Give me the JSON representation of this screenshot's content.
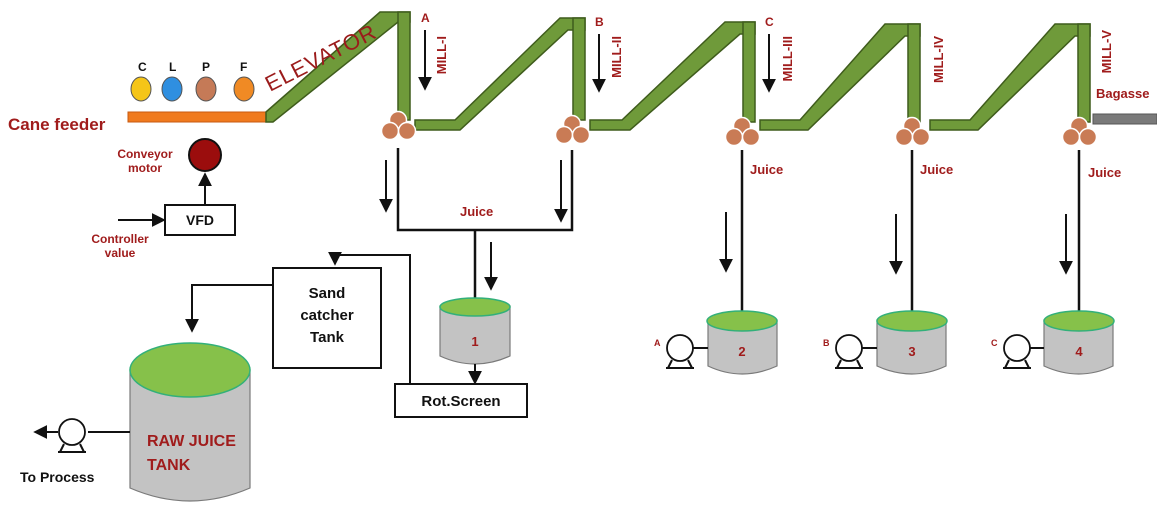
{
  "labels": {
    "elevator": "ELEVATOR",
    "cane_feeder": "Cane feeder",
    "conveyor_motor_1": "Conveyor",
    "conveyor_motor_2": "motor",
    "vfd": "VFD",
    "controller_value_1": "Controller",
    "controller_value_2": "value",
    "juice_main": "Juice",
    "juice": "Juice",
    "bagasse": "Bagasse",
    "sand_catcher_1": "Sand",
    "sand_catcher_2": "catcher",
    "sand_catcher_3": "Tank",
    "rot_screen": "Rot.Screen",
    "raw_juice_1": "RAW JUICE",
    "raw_juice_2": "TANK",
    "to_process": "To Process"
  },
  "sensors": [
    {
      "letter": "C",
      "color": "#f5c518"
    },
    {
      "letter": "L",
      "color": "#2f8fe0"
    },
    {
      "letter": "P",
      "color": "#c57a57"
    },
    {
      "letter": "F",
      "color": "#f08a24"
    }
  ],
  "mills": [
    {
      "name": "MILL-I",
      "marker": "A"
    },
    {
      "name": "MILL-II",
      "marker": "B"
    },
    {
      "name": "MILL-III",
      "marker": "C"
    },
    {
      "name": "MILL-IV",
      "marker": ""
    },
    {
      "name": "MILL-V",
      "marker": ""
    }
  ],
  "tanks": [
    {
      "number": "1",
      "pump_letter": ""
    },
    {
      "number": "2",
      "pump_letter": "A"
    },
    {
      "number": "3",
      "pump_letter": "B"
    },
    {
      "number": "4",
      "pump_letter": "C"
    }
  ],
  "colors": {
    "conveyor_green": "#6f9a3a",
    "feeder_orange": "#f07a1e",
    "motor": "#9b0d0d",
    "label_red": "#a01c1c",
    "roller": "#c97b55",
    "tank_liquid": "#86c14a",
    "tank_body": "#c3c3c3"
  }
}
